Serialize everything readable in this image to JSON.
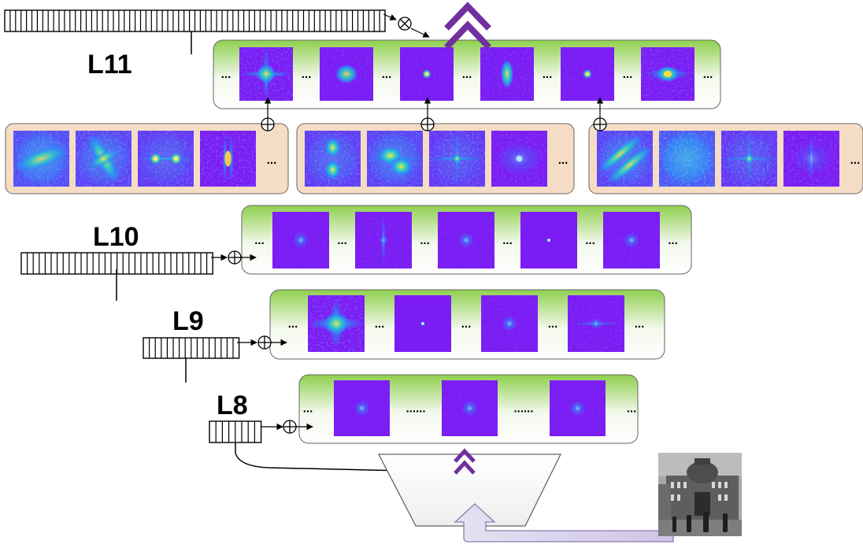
{
  "layers": [
    {
      "label": "L11",
      "spectra": [
        "cross-wide",
        "center-small",
        "dot",
        "vertical-blob",
        "dot",
        "bright-center"
      ],
      "separators": [
        "...",
        "...",
        "...",
        "...",
        "...",
        "...",
        "..."
      ]
    },
    {
      "label": "L10",
      "spectra": [
        "dim-dot",
        "vertical-faint",
        "dim-dot",
        "point",
        "dim-dot"
      ],
      "separators": [
        "...",
        "...",
        "...",
        "...",
        "...",
        "..."
      ]
    },
    {
      "label": "L9",
      "spectra": [
        "cross-bright",
        "point",
        "dim-dot",
        "faint-cross"
      ],
      "separators": [
        "...",
        "...",
        "...",
        "...",
        "..."
      ]
    },
    {
      "label": "L8",
      "spectra": [
        "dim-dot",
        "dim-dot",
        "dim-dot"
      ],
      "separators": [
        "...",
        "......",
        "......",
        "..."
      ]
    }
  ],
  "groups": [
    {
      "spectra": [
        "diag-noisy",
        "diag-cross",
        "twin-peaks",
        "vertical-lines"
      ],
      "ellipsis": "..."
    },
    {
      "spectra": [
        "vertical-blobs",
        "diag-bright",
        "cross-noisy",
        "faint-dot"
      ],
      "ellipsis": "..."
    },
    {
      "spectra": [
        "diag-stripes",
        "noisy-field",
        "cross-noisy",
        "faint-vertical"
      ],
      "ellipsis": "..."
    }
  ],
  "icons": [
    "circle-plus-icon",
    "circle-times-icon",
    "double-chevron-up-icon",
    "input-photo-icon"
  ],
  "colors": {
    "panel_green": "#8ed04e",
    "panel_peach": "#f5dcc4",
    "spectrum_bg": "#7b1cf4",
    "chevron": "#7030a0",
    "arrow_band": "#d8d0ea"
  }
}
